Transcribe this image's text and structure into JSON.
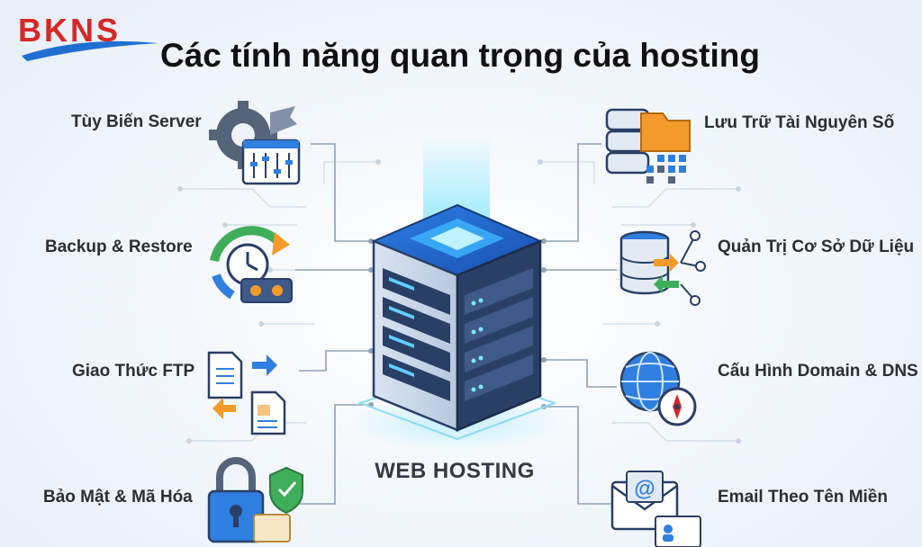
{
  "brand": {
    "logo_text": "BKNS"
  },
  "title": "Các tính năng quan trọng của hosting",
  "center": {
    "label": "WEB HOSTING"
  },
  "features_left": [
    {
      "label": "Tùy Biến Server",
      "icon": "gear-wrench-sliders-icon"
    },
    {
      "label": "Backup & Restore",
      "icon": "backup-clock-icon"
    },
    {
      "label": "Giao Thức FTP",
      "icon": "file-transfer-icon"
    },
    {
      "label": "Bảo Mật & Mã Hóa",
      "icon": "padlock-shield-icon"
    }
  ],
  "features_right": [
    {
      "label": "Lưu Trữ Tài Nguyên Số",
      "icon": "storage-folder-icon"
    },
    {
      "label": "Quản Trị Cơ Sở Dữ Liệu",
      "icon": "database-network-icon"
    },
    {
      "label": "Cấu Hình Domain & DNS",
      "icon": "globe-compass-icon"
    },
    {
      "label": "Email Theo Tên Miền",
      "icon": "email-contact-icon"
    }
  ],
  "colors": {
    "brand_red": "#d62828",
    "brand_blue": "#1f6fd1",
    "accent_blue": "#2f7fe0",
    "glow_cyan": "#7fe6ff",
    "server_dark": "#2a3f66",
    "connector_gray": "#8fa1b5",
    "accent_orange": "#f29b2b",
    "accent_green": "#3fae5a"
  }
}
